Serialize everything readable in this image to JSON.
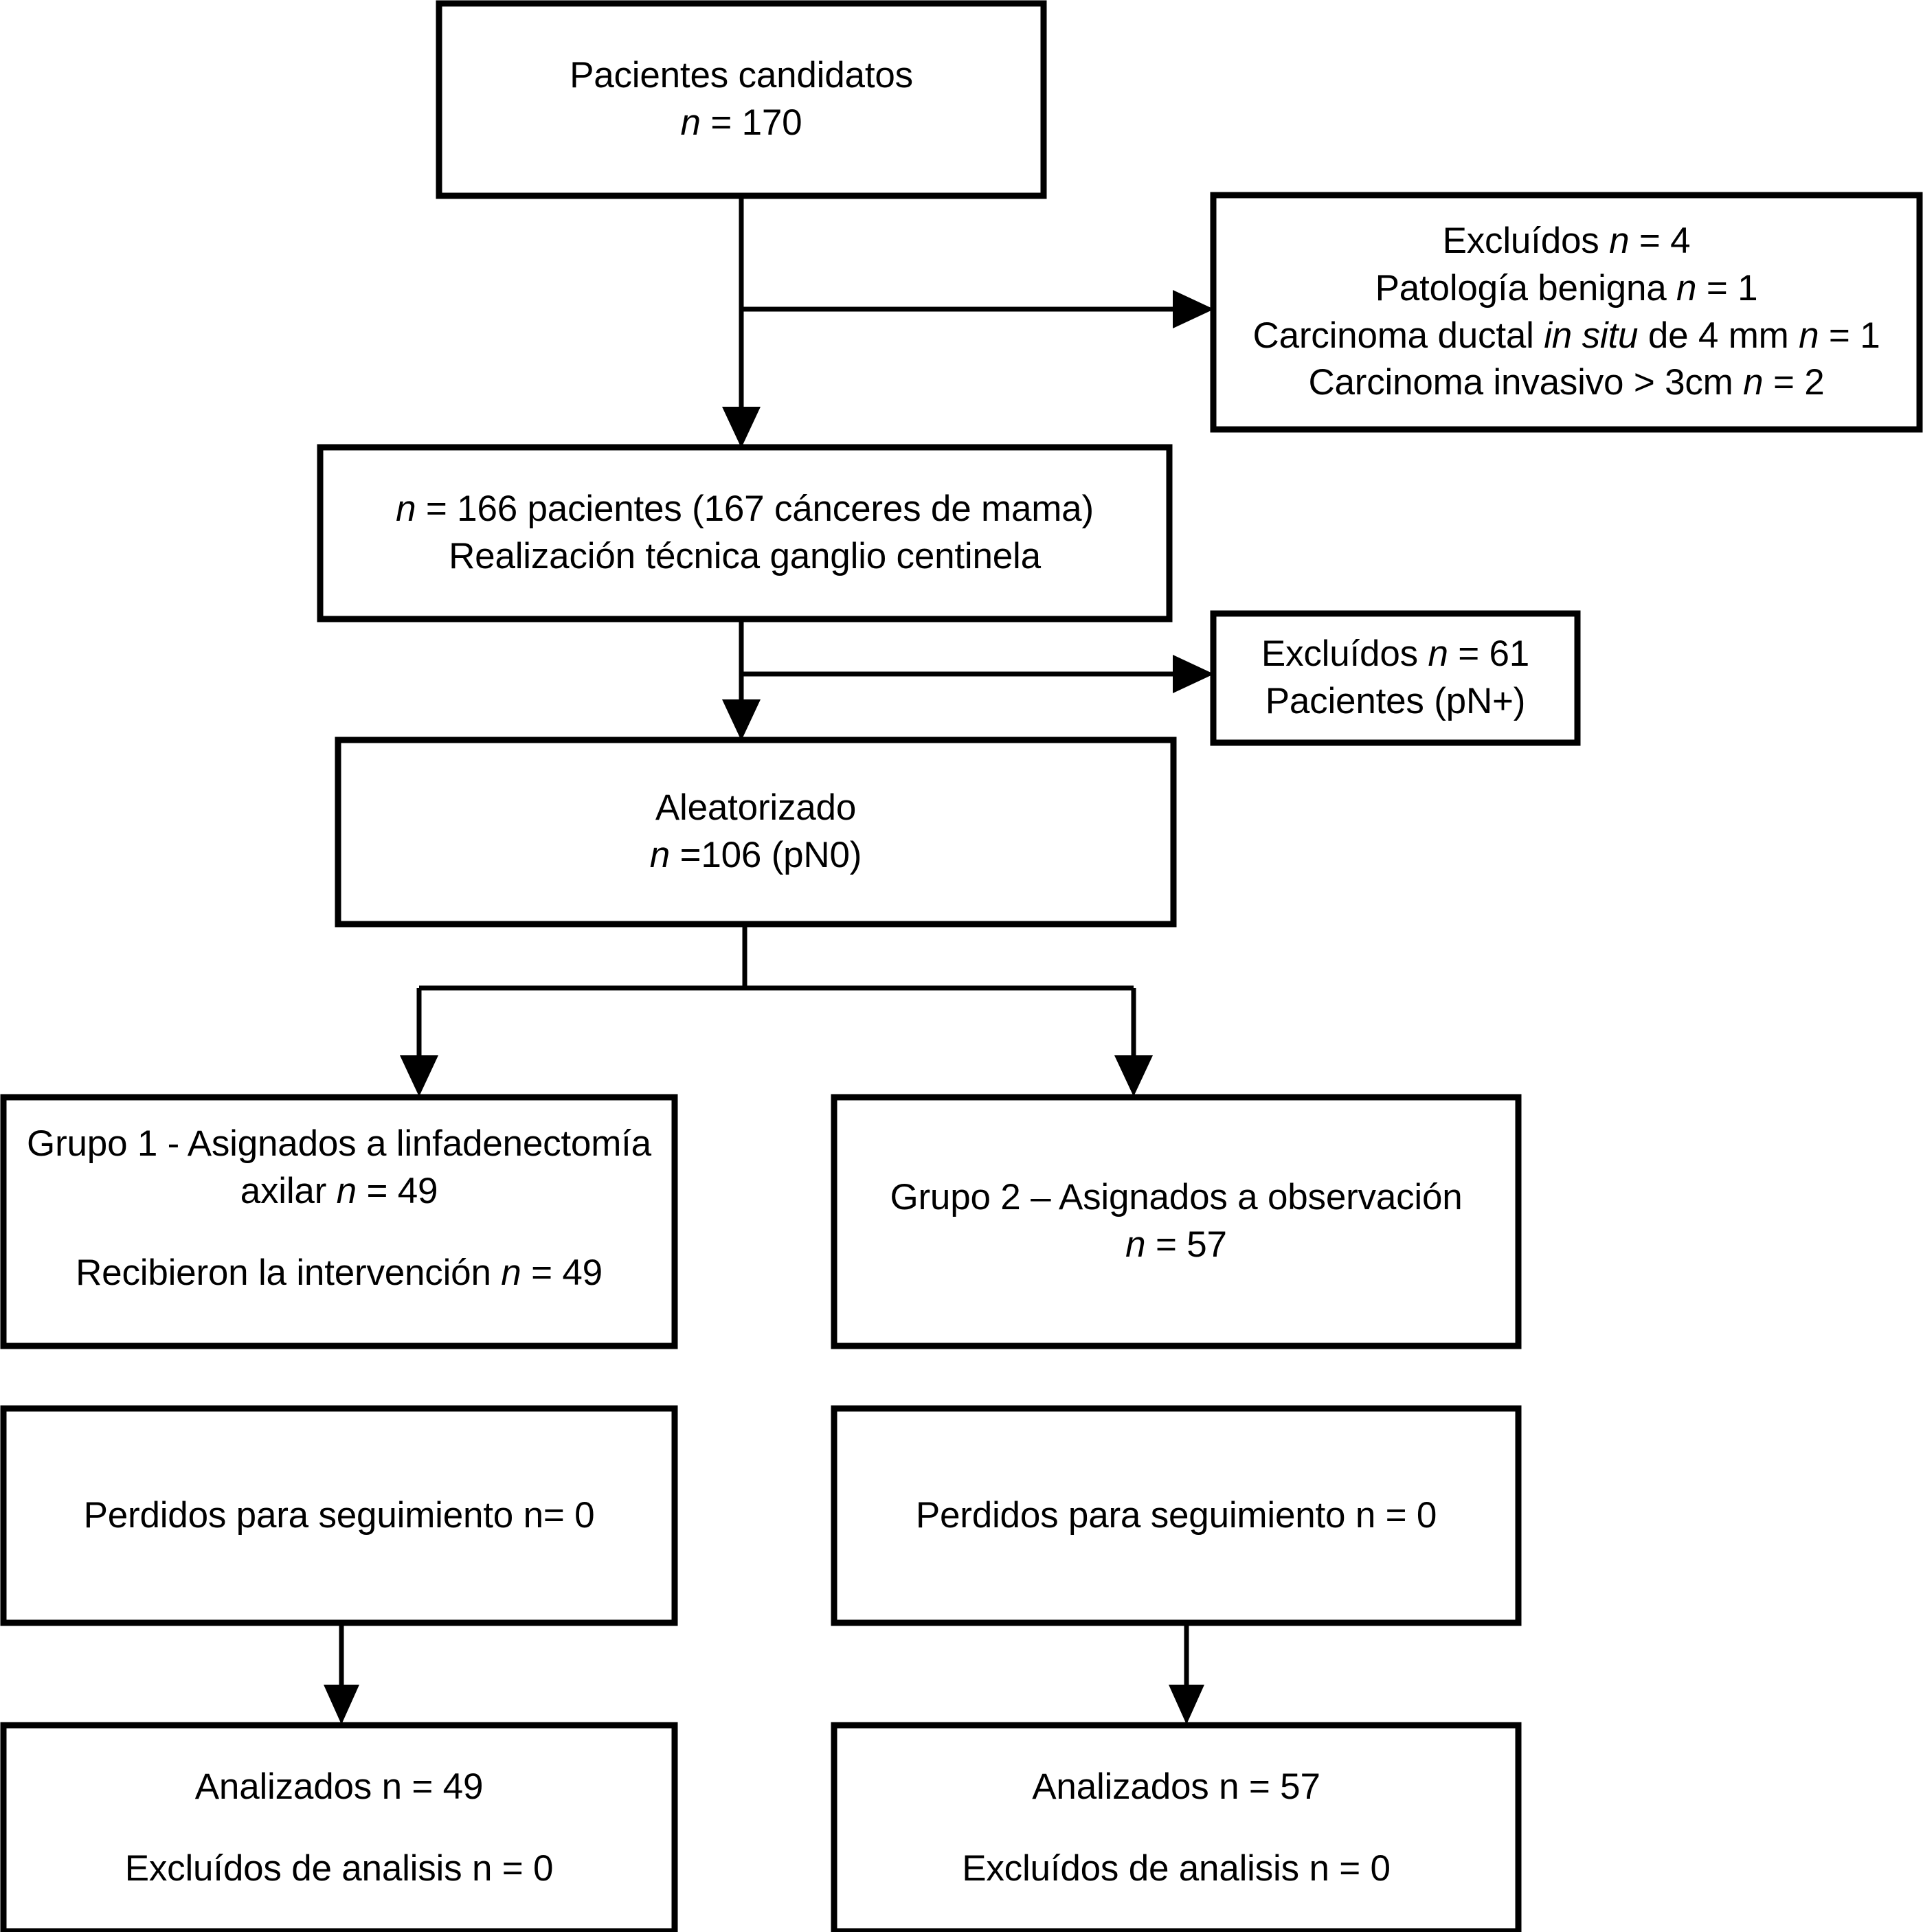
{
  "diagram": {
    "type": "CONSORT flow diagram",
    "language": "es",
    "colors": {
      "stroke": "#000000",
      "fill": "#ffffff",
      "text": "#000000"
    },
    "nodes": {
      "candidates": {
        "id": "pacientes-candidatos",
        "lines": [
          {
            "text": "Pacientes candidatos"
          },
          {
            "pre": "",
            "italic": "n",
            "post": " = 170"
          }
        ]
      },
      "excluded_1": {
        "id": "excluidos-1",
        "lines": [
          {
            "pre": "Excluídos ",
            "italic": "n",
            "post": " = 4"
          },
          {
            "pre": "Patología benigna ",
            "italic": "n",
            "post": " = 1"
          },
          {
            "pre": "Carcinoma ductal ",
            "italic": "in situ",
            "mid": " de 4 mm ",
            "italic2": "n",
            "post": " = 1"
          },
          {
            "pre": "Carcinoma invasivo  > 3cm ",
            "italic": "n",
            "post": " = 2"
          }
        ]
      },
      "sentinel": {
        "id": "ganglio-centinela",
        "lines": [
          {
            "pre": "",
            "italic": "n",
            "post": " = 166 pacientes (167 cánceres de mama)"
          },
          {
            "text": "Realización técnica ganglio centinela"
          }
        ]
      },
      "excluded_2": {
        "id": "excluidos-2",
        "lines": [
          {
            "pre": "Excluídos ",
            "italic": "n",
            "post": " = 61"
          },
          {
            "text": "Pacientes (pN+)"
          }
        ]
      },
      "randomized": {
        "id": "aleatorizado",
        "lines": [
          {
            "text": "Aleatorizado"
          },
          {
            "pre": "",
            "italic": "n",
            "post": " =106 (pN0)"
          }
        ]
      },
      "group1_assign": {
        "id": "grupo-1-asignados",
        "lines": [
          {
            "text": "Grupo 1 - Asignados a linfadenectomía"
          },
          {
            "pre": "axilar ",
            "italic": "n",
            "post": " = 49"
          },
          {
            "gap": true
          },
          {
            "pre": "Recibieron la intervención ",
            "italic": "n",
            "post": " = 49"
          }
        ]
      },
      "group2_assign": {
        "id": "grupo-2-asignados",
        "lines": [
          {
            "text": "Grupo 2  – Asignados a observación"
          },
          {
            "pre": "",
            "italic": "n",
            "post": " = 57"
          }
        ]
      },
      "group1_followup": {
        "id": "grupo-1-perdidos",
        "lines": [
          {
            "text": "Perdidos para seguimiento  n= 0"
          }
        ]
      },
      "group2_followup": {
        "id": "grupo-2-perdidos",
        "lines": [
          {
            "text": "Perdidos para seguimiento  n = 0"
          }
        ]
      },
      "group1_analyzed": {
        "id": "grupo-1-analizados",
        "lines": [
          {
            "text": "Analizados n = 49"
          },
          {
            "gap": true
          },
          {
            "text": "Excluídos de analisis n = 0"
          }
        ]
      },
      "group2_analyzed": {
        "id": "grupo-2-analizados",
        "lines": [
          {
            "text": "Analizados n = 57"
          },
          {
            "gap": true
          },
          {
            "text": "Excluídos de analisis n = 0"
          }
        ]
      }
    },
    "counts": {
      "candidates_n": 170,
      "excluded_first_total": 4,
      "benign_pathology": 1,
      "dcis_4mm": 1,
      "invasive_over_3cm": 2,
      "sentinel_patients": 166,
      "sentinel_cancers": 167,
      "excluded_pn_positive": 61,
      "randomized_n": 106,
      "group1_assigned": 49,
      "group1_received": 49,
      "group2_assigned": 57,
      "group1_lost": 0,
      "group2_lost": 0,
      "group1_analyzed": 49,
      "group1_excluded_analysis": 0,
      "group2_analyzed": 57,
      "group2_excluded_analysis": 0
    }
  }
}
